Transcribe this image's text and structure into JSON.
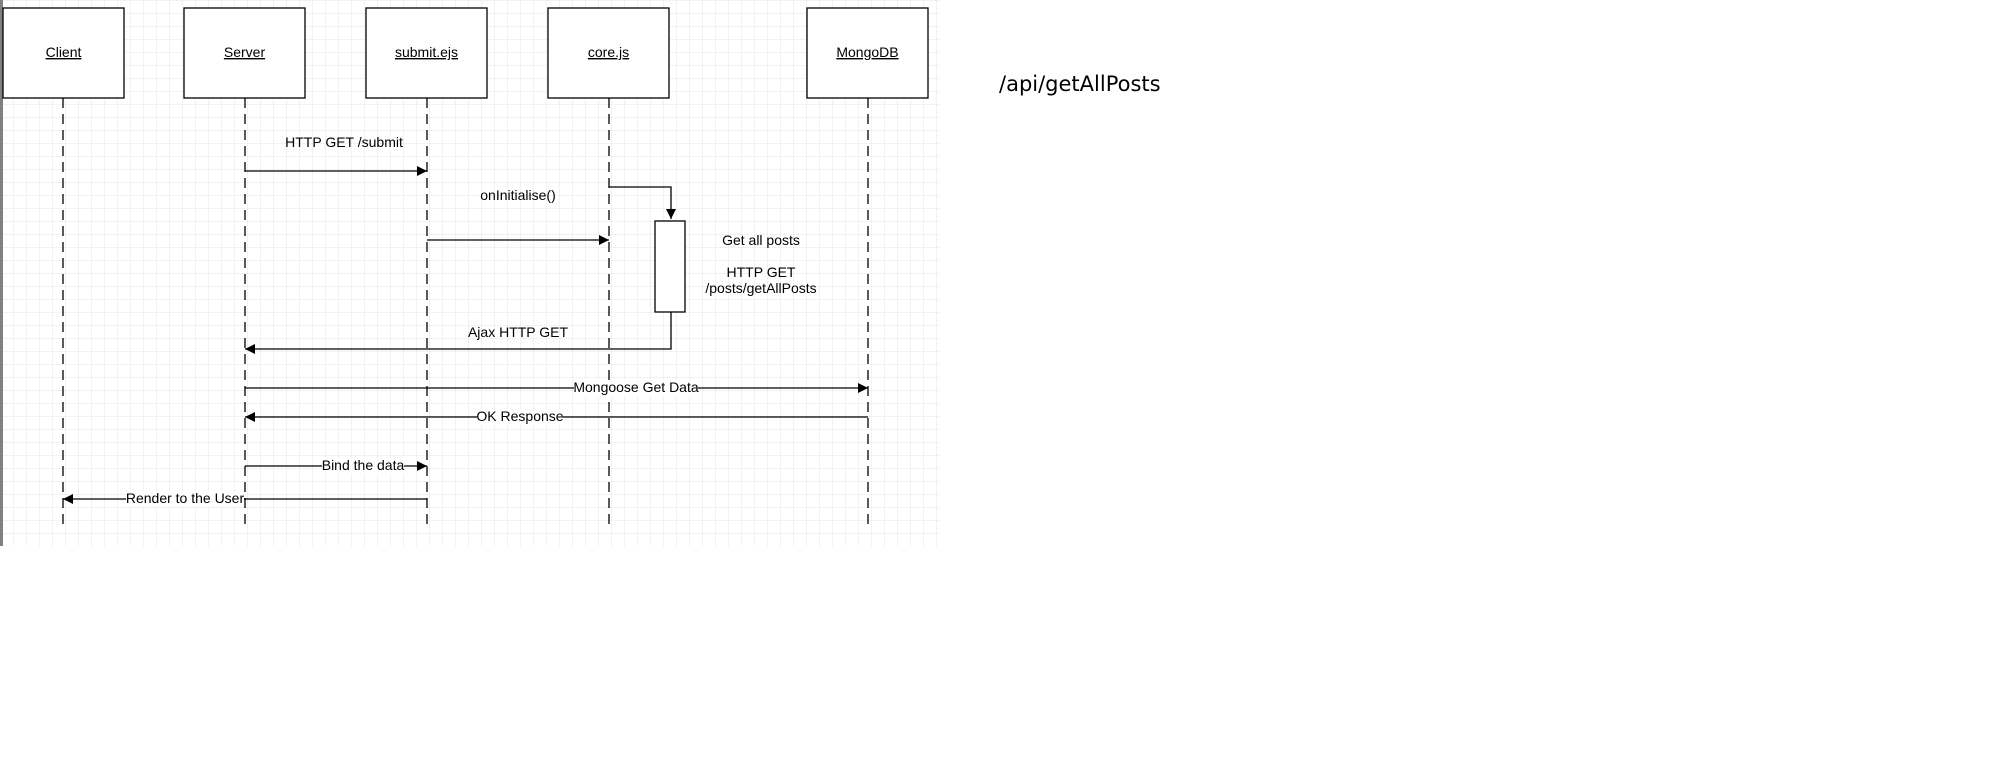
{
  "side_title": "/api/getAllPosts",
  "actors": [
    "Client",
    "Server",
    "submit.ejs",
    "core.js",
    "MongoDB"
  ],
  "messages": [
    {
      "id": "http-get-submit",
      "label": "HTTP GET /submit",
      "from": 1,
      "to": 2
    },
    {
      "id": "on-initialise",
      "label": "onInitialise()",
      "from": 2,
      "to": 3
    },
    {
      "id": "ajax-http-get",
      "label": "Ajax HTTP GET",
      "from": 3,
      "to": 1
    },
    {
      "id": "mongoose-get-data",
      "label": "Mongoose Get Data",
      "from": 1,
      "to": 4
    },
    {
      "id": "ok-response",
      "label": "OK Response",
      "from": 4,
      "to": 1
    },
    {
      "id": "bind-the-data",
      "label": "Bind the data",
      "from": 1,
      "to": 2
    },
    {
      "id": "render-to-user",
      "label": "Render to the User",
      "from": 2,
      "to": 0
    }
  ],
  "activation_notes": {
    "line1": "Get all posts",
    "line2": "HTTP GET",
    "line3": "/posts/getAllPosts"
  }
}
